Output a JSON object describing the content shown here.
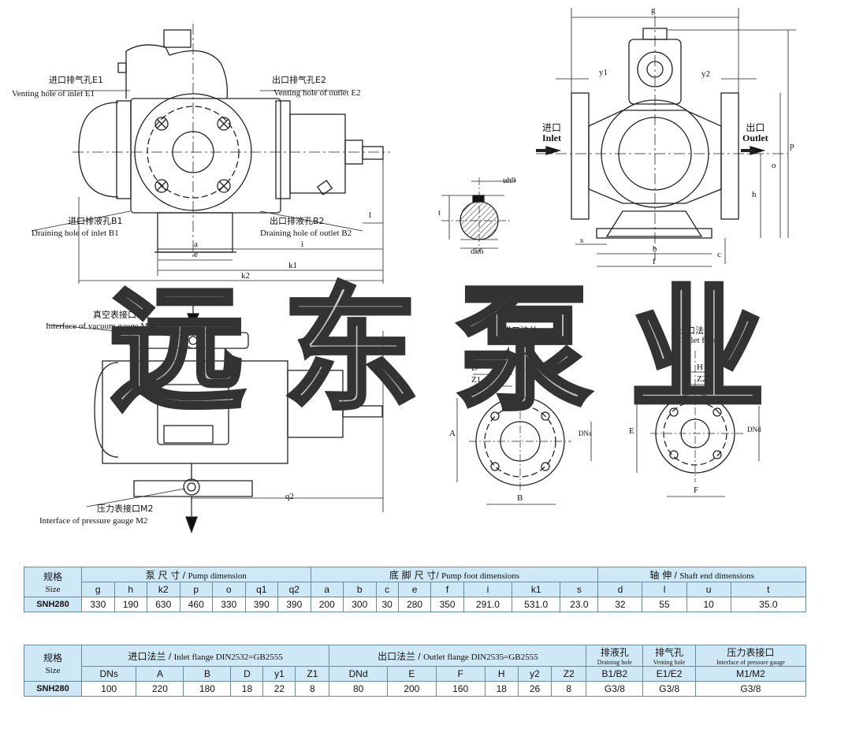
{
  "labels": {
    "inlet_vent_cn": "进口排气孔E1",
    "inlet_vent_en": "Venting hole of inlet E1",
    "outlet_vent_cn": "出口排气孔E2",
    "outlet_vent_en": "Venting hole of outlet E2",
    "inlet_drain_cn": "进口排液孔B1",
    "inlet_drain_en": "Draining hole of inlet B1",
    "outlet_drain_cn": "出口排液孔B2",
    "outlet_drain_en": "Draining hole of outlet B2",
    "vacuum_cn": "真空表接口M1",
    "vacuum_en": "Interface of vacuum gauge M1",
    "pressure_cn": "压力表接口M2",
    "pressure_en": "Interface of pressure gauge M2",
    "inlet_cn": "进口",
    "inlet_en": "Inlet",
    "outlet_cn": "出口",
    "outlet_en": "Outlet",
    "inlet_flange_cn": "进口法兰",
    "inlet_flange_en": "Inlet flange",
    "outlet_flange_cn": "出口法兰",
    "outlet_flange_en": "Outlet flange"
  },
  "dims": {
    "a": "a",
    "e": "e",
    "i": "i",
    "k1": "k1",
    "k2": "k2",
    "l": "l",
    "g": "g",
    "y1": "y1",
    "y2": "y2",
    "p": "p",
    "o": "o",
    "h": "h",
    "s": "s",
    "b": "b",
    "f": "f",
    "c": "c",
    "t": "t",
    "uh9": "uh9",
    "dk6": "dk6",
    "q2": "q2",
    "D": "D",
    "Z1": "Z1",
    "A": "A",
    "DNs": "DNs",
    "B": "B",
    "H": "H",
    "Z2": "Z2",
    "E": "E",
    "DNd": "DNd",
    "F": "F"
  },
  "watermark": [
    "远",
    "东",
    "泵",
    "业"
  ],
  "table1": {
    "size_cn": "规格",
    "size_en": "Size",
    "groups": [
      {
        "cn": "泵 尺 寸",
        "en": "Pump dimension"
      },
      {
        "cn": "底 脚 尺 寸",
        "en": "Pump foot dimensions"
      },
      {
        "cn": "轴 伸",
        "en": "Shaft end dimensions"
      }
    ],
    "headers": [
      "g",
      "h",
      "k2",
      "p",
      "o",
      "q1",
      "q2",
      "a",
      "b",
      "c",
      "e",
      "f",
      "i",
      "k1",
      "s",
      "d",
      "l",
      "u",
      "t"
    ],
    "row_label": "SNH280",
    "values": [
      "330",
      "190",
      "630",
      "460",
      "330",
      "390",
      "390",
      "200",
      "300",
      "30",
      "280",
      "350",
      "291.0",
      "531.0",
      "23.0",
      "32",
      "55",
      "10",
      "35.0"
    ]
  },
  "table2": {
    "size_cn": "规格",
    "size_en": "Size",
    "inlet_group_cn": "进口法兰",
    "inlet_group_en": "Inlet flange DIN2532=GB2555",
    "outlet_group_cn": "出口法兰",
    "outlet_group_en": "Outlet flange DIN2535=GB2555",
    "drain_cn": "排液孔",
    "drain_en": "Draining hole",
    "vent_cn": "排气孔",
    "vent_en": "Venting hole",
    "gauge_cn": "压力表接口",
    "gauge_en": "Interface of pressure gauge",
    "headers": [
      "DNs",
      "A",
      "B",
      "D",
      "y1",
      "Z1",
      "DNd",
      "E",
      "F",
      "H",
      "y2",
      "Z2",
      "B1/B2",
      "E1/E2",
      "M1/M2"
    ],
    "row_label": "SNH280",
    "values": [
      "100",
      "220",
      "180",
      "18",
      "22",
      "8",
      "80",
      "200",
      "160",
      "18",
      "26",
      "8",
      "G3/8",
      "G3/8",
      "G3/8"
    ]
  }
}
